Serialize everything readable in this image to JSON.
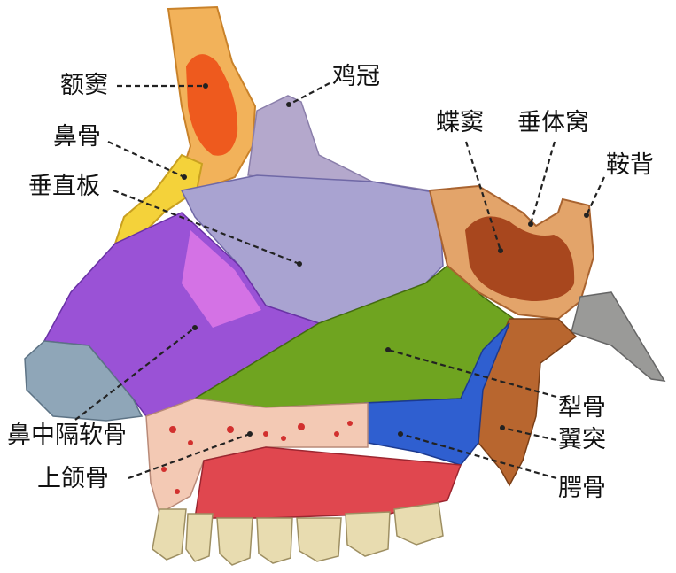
{
  "labels": {
    "frontal_sinus": "额窦",
    "crista_galli": "鸡冠",
    "nasal_bone": "鼻骨",
    "perpendicular_plate": "垂直板",
    "sphenoid_sinus": "蝶窦",
    "hypophyseal_fossa": "垂体窝",
    "dorsum_sellae": "鞍背",
    "septal_cartilage": "鼻中隔软骨",
    "maxilla": "上颌骨",
    "vomer": "犁骨",
    "pterygoid_process": "翼突",
    "palatine_bone": "腭骨"
  },
  "colors": {
    "frontal_bone": "#f2b25a",
    "frontal_sinus": "#ee5a1e",
    "nasal_bone": "#f4d23a",
    "crista_galli": "#b4a8cc",
    "perpendicular_plate": "#a9a3d1",
    "septal_cartilage": "#9a52d6",
    "cartilage_highlight": "#e27ae8",
    "vomer": "#6fa420",
    "sphenoid": "#e3a46a",
    "sphenoid_sinus": "#a8471e",
    "pterygoid": "#b8662f",
    "palatine": "#2f5fd0",
    "maxilla": "#f3c9b4",
    "maxilla_marrow": "#d2302e",
    "gum": "#e0474f",
    "teeth": "#e8dcb0",
    "clivus": "#9a9a98",
    "ala": "#8fa6b8"
  }
}
